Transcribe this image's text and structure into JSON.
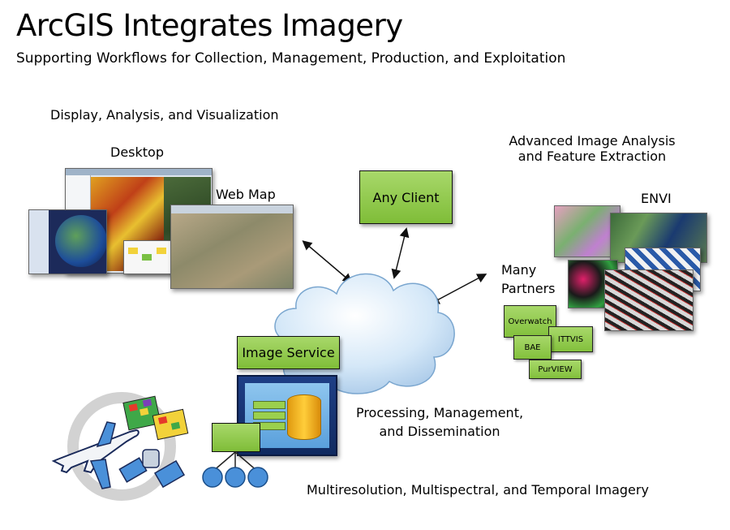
{
  "header": {
    "title": "ArcGIS Integrates Imagery",
    "subtitle": "Supporting Workflows for Collection, Management, Production, and Exploitation"
  },
  "sections": {
    "display": "Display, Analysis, and Visualization",
    "desktop": "Desktop",
    "webmap": "Web Map",
    "advanced_line1": "Advanced Image Analysis",
    "advanced_line2": "and Feature Extraction",
    "envi": "ENVI",
    "partners_line1": "Many",
    "partners_line2": "Partners",
    "processing_line1": "Processing, Management,",
    "processing_line2": "and Dissemination",
    "imagery": "Multiresolution, Multispectral, and Temporal Imagery"
  },
  "boxes": {
    "any_client": "Any Client",
    "image_service": "Image Service"
  },
  "partners": [
    "Overwatch",
    "ITTVIS",
    "BAE",
    "PurVIEW"
  ],
  "colors": {
    "box_green": "#8cc84b",
    "cloud_blue": "#cfe4f7",
    "cylinder_orange": "#f5b320",
    "node_blue": "#4a90d9"
  }
}
